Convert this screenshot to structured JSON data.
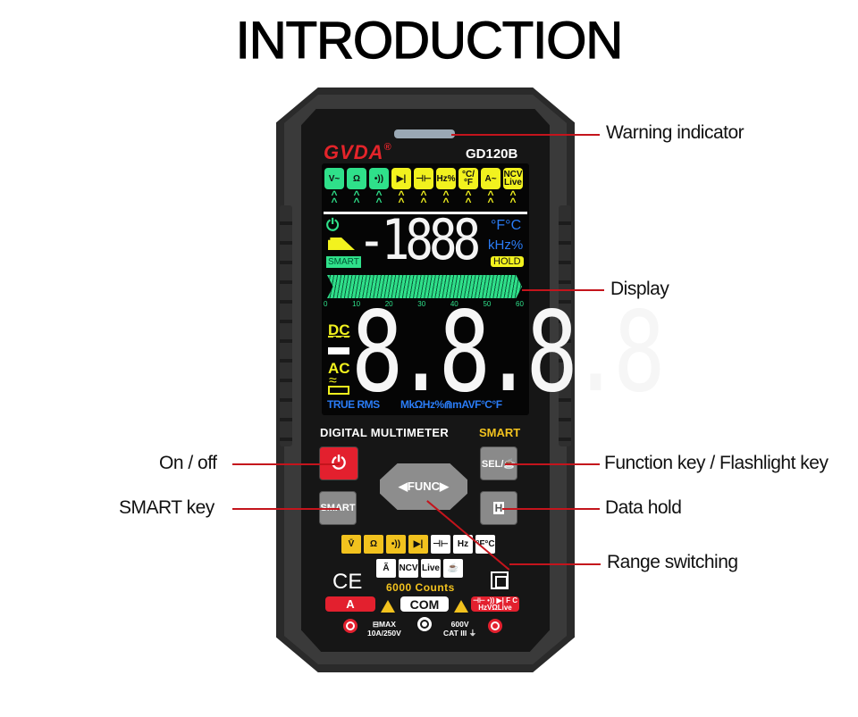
{
  "page": {
    "title": "INTRODUCTION"
  },
  "device": {
    "brand": "GVDA",
    "brand_mark": "®",
    "model": "GD120B",
    "body_color": "#2a2a2a",
    "accent_red": "#e3202e"
  },
  "lcd": {
    "function_icons": [
      {
        "label": "V~",
        "color": "green"
      },
      {
        "label": "Ω",
        "color": "green"
      },
      {
        "label": "•))",
        "color": "green"
      },
      {
        "label": "▶|",
        "color": "yellow"
      },
      {
        "label": "⊣⊢",
        "color": "yellow"
      },
      {
        "label": "Hz%",
        "color": "yellow"
      },
      {
        "label": "°C/°F",
        "color": "yellow"
      },
      {
        "label": "A~",
        "color": "yellow"
      },
      {
        "label": "NCV Live",
        "color": "yellow"
      }
    ],
    "power_icon": "⏻",
    "smart_tag": "SMART",
    "small_reading": "-1888",
    "unit_temp": "°F°C",
    "unit_freq": "kHz%",
    "hold_tag": "HOLD",
    "bargraph_scale": [
      "0",
      "10",
      "20",
      "30",
      "40",
      "50",
      "60"
    ],
    "dc_label": "DC",
    "ac_label": "AC",
    "ac_wave": "≈",
    "main_reading": "8.8.8.8",
    "true_rms": "TRUE RMS",
    "units_row": "MkΩHz%⋒mAVF°C°F"
  },
  "panel": {
    "product_label": "DIGITAL MULTIMETER",
    "smart_label": "SMART",
    "keys": {
      "power": "⏻",
      "smart": "SMART",
      "sel": "SEL/☕",
      "func": "◀FUNC▶",
      "hold": "H"
    },
    "modes_row1": [
      {
        "label": "V̄",
        "style": "y"
      },
      {
        "label": "Ω",
        "style": "y"
      },
      {
        "label": "•))",
        "style": "y"
      },
      {
        "label": "▶|",
        "style": "y"
      },
      {
        "label": "⊣⊢",
        "style": "w"
      },
      {
        "label": "Hz",
        "style": "w"
      },
      {
        "label": "°F°C",
        "style": "w"
      }
    ],
    "modes_row2": [
      {
        "label": "Ã",
        "style": "w"
      },
      {
        "label": "NCV",
        "style": "w"
      },
      {
        "label": "Live",
        "style": "w"
      },
      {
        "label": "☕",
        "style": "w"
      }
    ],
    "ce_mark": "CE",
    "counts": "6000 Counts",
    "jacks": {
      "a_label": "A",
      "com_label": "COM",
      "v_label_top": "⊣⊢ •)) ▶| F C",
      "v_label_bottom": "HzVΩLive",
      "spec_left_top": "⊟MAX",
      "spec_left_bottom": "10A/250V",
      "spec_right_top": "600V",
      "spec_right_bottom": "CAT III ⏚"
    }
  },
  "callouts": {
    "warning_indicator": "Warning indicator",
    "display": "Display",
    "on_off": "On / off",
    "smart_key": "SMART key",
    "function_key": "Function key / Flashlight key",
    "data_hold": "Data hold",
    "range_switching": "Range switching",
    "line_color": "#c4141c"
  }
}
